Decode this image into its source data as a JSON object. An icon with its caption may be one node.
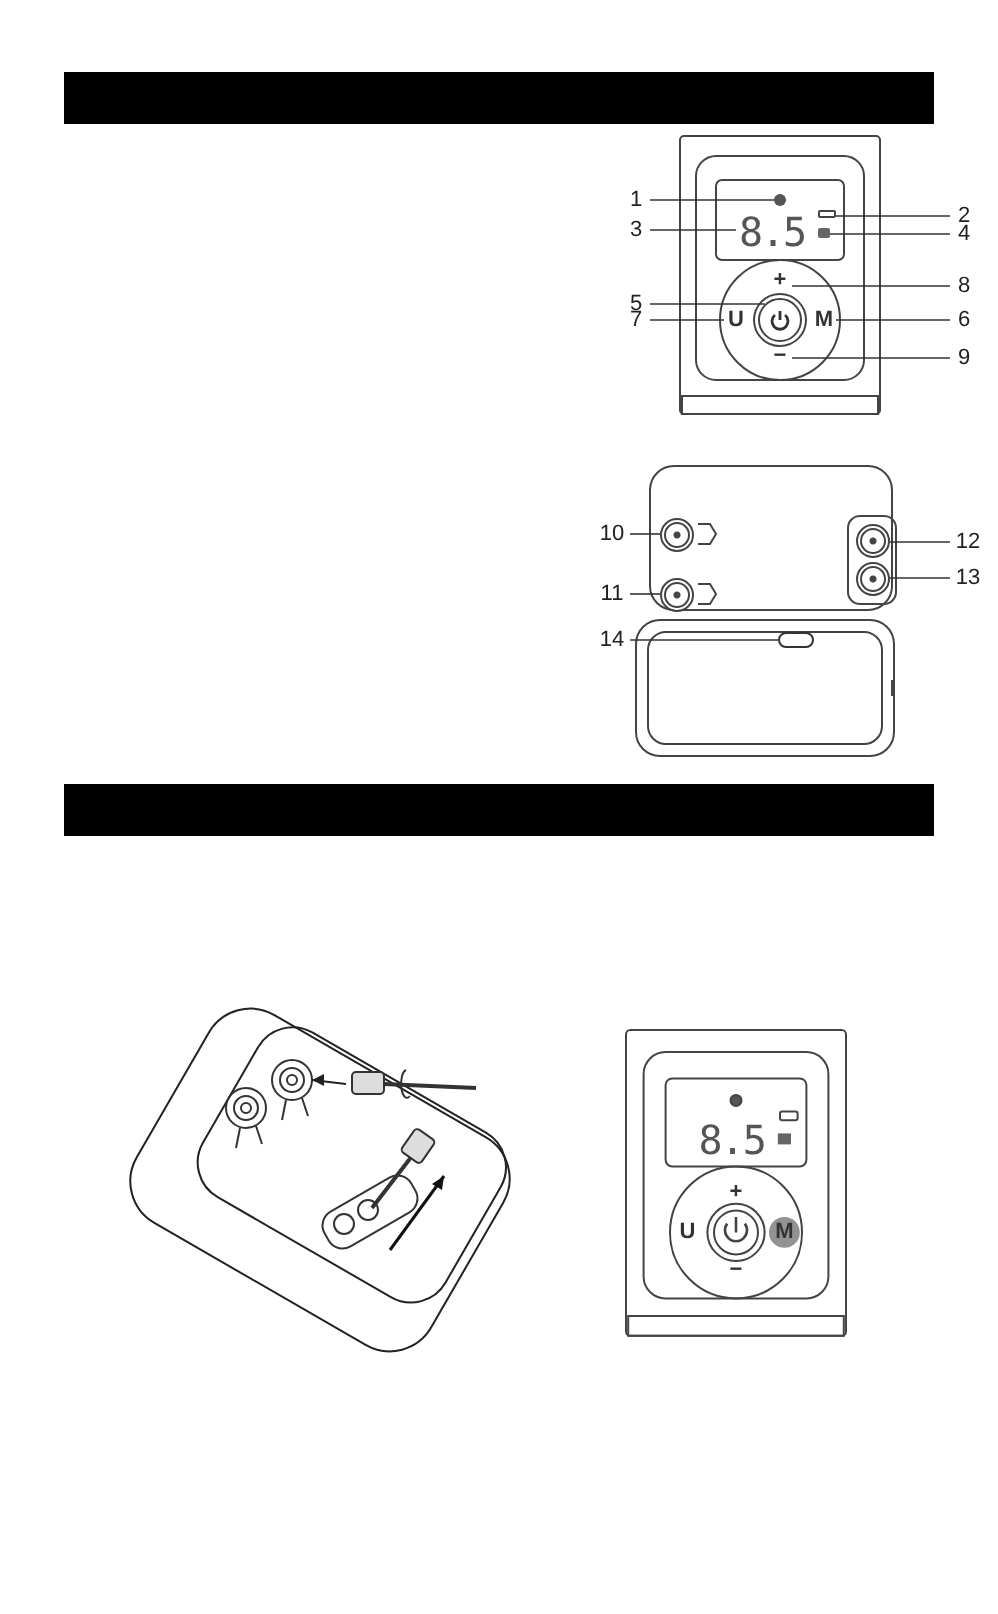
{
  "diagram": {
    "nodes": [
      {
        "text": [
          "1"
        ]
      },
      {
        "text": [
          "2"
        ]
      },
      {
        "text": [
          "3"
        ]
      },
      {
        "text": [
          "4"
        ]
      },
      {
        "text": [
          "5"
        ]
      },
      {
        "text": [
          "6"
        ]
      },
      {
        "text": [
          "7"
        ]
      },
      {
        "text": [
          "8"
        ]
      },
      {
        "text": [
          "9"
        ]
      },
      {
        "text": [
          "10"
        ]
      },
      {
        "text": [
          "11"
        ]
      },
      {
        "text": [
          "12"
        ]
      },
      {
        "text": [
          "13"
        ]
      },
      {
        "text": [
          "14"
        ]
      },
      {
        "text": [],
        "shape": "circle"
      },
      {
        "text": [],
        "shape": "box"
      },
      {
        "text": [
          "8.5"
        ]
      },
      {
        "text": [],
        "shape": "box"
      },
      {
        "text": [],
        "shape": "circle"
      },
      {
        "text": [
          "M"
        ]
      },
      {
        "text": [
          "U"
        ]
      },
      {
        "text": [
          "+"
        ]
      },
      {
        "text": [
          "−"
        ]
      },
      {
        "text": [],
        "shape": "circle"
      },
      {
        "text": [],
        "shape": "circle"
      },
      {
        "text": [],
        "shape": "circle"
      },
      {
        "text": [],
        "shape": "circle"
      },
      {
        "text": [],
        "shape": "box"
      }
    ],
    "edges": [
      {
        "from": 0,
        "to": 14,
        "arrow": "none"
      },
      {
        "from": 1,
        "to": 15,
        "arrow": "none"
      },
      {
        "from": 2,
        "to": 16,
        "arrow": "none"
      },
      {
        "from": 3,
        "to": 17,
        "arrow": "none"
      },
      {
        "from": 4,
        "to": 18,
        "arrow": "none"
      },
      {
        "from": 5,
        "to": 19,
        "arrow": "none"
      },
      {
        "from": 6,
        "to": 20,
        "arrow": "none"
      },
      {
        "from": 7,
        "to": 21,
        "arrow": "none"
      },
      {
        "from": 8,
        "to": 22,
        "arrow": "none"
      },
      {
        "from": 9,
        "to": 23,
        "arrow": "none"
      },
      {
        "from": 10,
        "to": 24,
        "arrow": "none"
      },
      {
        "from": 11,
        "to": 25,
        "arrow": "none"
      },
      {
        "from": 12,
        "to": 26,
        "arrow": "none"
      },
      {
        "from": 13,
        "to": 27,
        "arrow": "none"
      }
    ],
    "labels": [
      "8.5",
      "+",
      "U",
      "M",
      "−"
    ]
  }
}
